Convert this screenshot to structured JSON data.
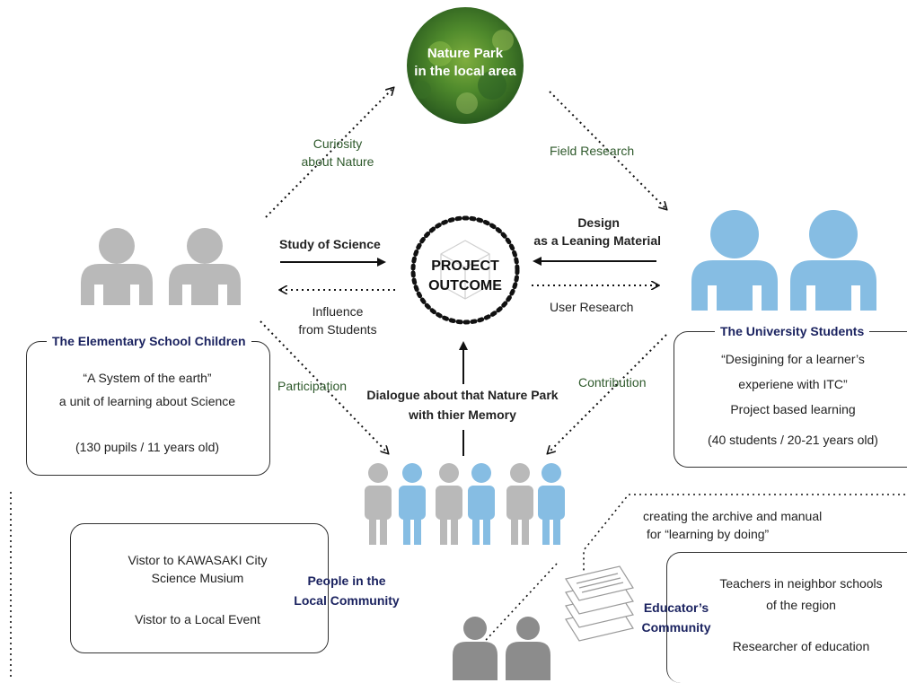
{
  "colors": {
    "gray": "#b9b9b9",
    "blue": "#86bde3",
    "dark_gray": "#8c8c8c",
    "green": "#2f5a2c",
    "navy": "#1b2360"
  },
  "park": {
    "line1": "Nature Park",
    "line2": "in the local area"
  },
  "outcome": {
    "line1": "PROJECT",
    "line2": "OUTCOME"
  },
  "arrows": {
    "curiosity_1": "Curiosity",
    "curiosity_2": "about Nature",
    "field_research": "Field Research",
    "study_of_science": "Study of Science",
    "design_1": "Design",
    "design_2": "as a Leaning Material",
    "influence_1": "Influence",
    "influence_2": "from Students",
    "user_research": "User Research",
    "participation": "Participation",
    "contribution": "Contribution",
    "dialogue_1": "Dialogue about that Nature Park",
    "dialogue_2": "with thier Memory"
  },
  "elementary": {
    "title": "The Elementary School Children",
    "line1": "“A System of the earth”",
    "line2": "a unit of learning about Science",
    "line3": "(130 pupils / 11 years old)"
  },
  "university": {
    "title": "The University Students",
    "line1": "“Desigining for a learner’s",
    "line2": "experiene with ITC”",
    "line3": "Project based learning",
    "line4": "(40 students / 20-21 years old)"
  },
  "community": {
    "label_1": "People in the",
    "label_2": "Local Community",
    "line1": "Vistor to KAWASAKI City",
    "line2": "Science Musium",
    "line3": "Vistor to a Local Event"
  },
  "educators": {
    "label_1": "Educator’s",
    "label_2": "Community",
    "archive_1": "creating the archive and manual",
    "archive_2": "for “learning by doing”",
    "line1": "Teachers in neighbor schools",
    "line2": "of the region",
    "line3": "Researcher of education"
  }
}
